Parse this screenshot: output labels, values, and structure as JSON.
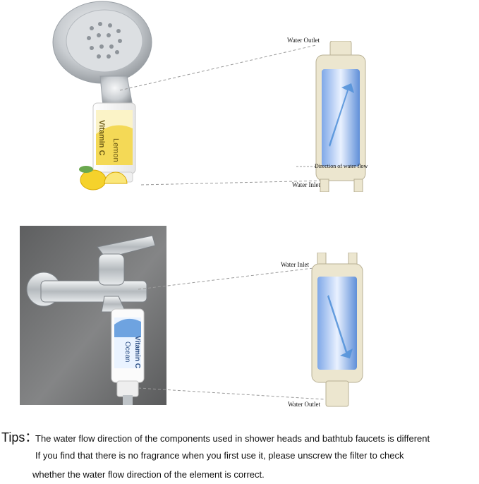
{
  "top_panel": {
    "outlet_label": "Water Outlet",
    "inlet_label": "Water Inlet",
    "flow_label": "Direction of water flow",
    "cartridge_brand": "Vitamin C",
    "cartridge_scent": "Lemon"
  },
  "bottom_panel": {
    "inlet_label": "Water Inlet",
    "outlet_label": "Water Outlet",
    "cartridge_brand": "Vitamin C",
    "cartridge_scent": "Ocean"
  },
  "tips": {
    "heading": "Tips：",
    "line1": "The water flow direction of the components used in shower heads and bathtub faucets is different",
    "line2": "If you find that there is no fragrance when you first use it, please unscrew the filter to check",
    "line3": "whether the water flow direction of the element is correct."
  },
  "colors": {
    "lemon_yellow": "#f2d23a",
    "ocean_blue": "#4f8fd8",
    "chrome": "#c9cdd1",
    "wall_gray": "#6e6f70",
    "cartridge_shell": "#ece6cf"
  }
}
